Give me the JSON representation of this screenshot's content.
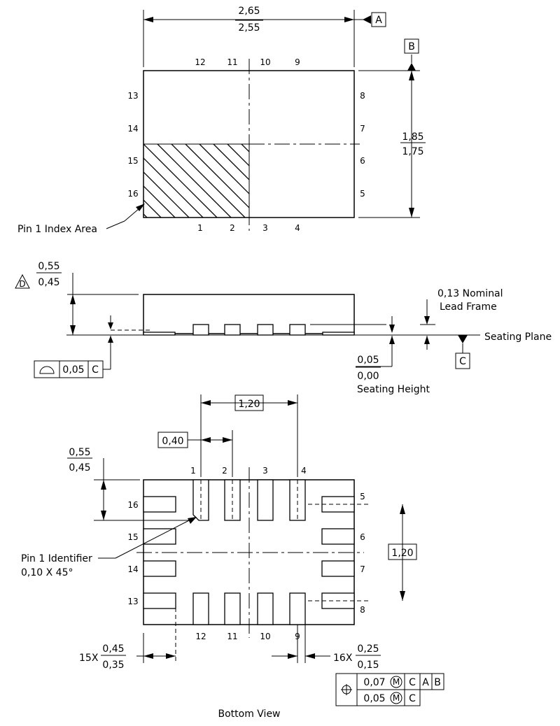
{
  "top_view": {
    "width_max": "2,65",
    "width_min": "2,55",
    "height_max": "1,85",
    "height_min": "1,75",
    "datum_a": "A",
    "datum_b": "B",
    "pin1_label": "Pin 1 Index Area",
    "pins_top": [
      "12",
      "11",
      "10",
      "9"
    ],
    "pins_bottom": [
      "1",
      "2",
      "3",
      "4"
    ],
    "pins_left": [
      "13",
      "14",
      "15",
      "16"
    ],
    "pins_right": [
      "8",
      "7",
      "6",
      "5"
    ]
  },
  "side_view": {
    "height_max": "0,55",
    "height_min": "0,45",
    "note_d": "D",
    "lead_frame_line1": "0,13 Nominal",
    "lead_frame_line2": "Lead Frame",
    "seating_plane": "Seating Plane",
    "datum_c": "C",
    "standoff_max": "0,05",
    "standoff_min": "0,00",
    "seating_height": "Seating Height",
    "flatness_tolerance": "0,05",
    "flatness_datum": "C"
  },
  "bottom_view": {
    "pitch_span": "1,20",
    "pitch": "0,40",
    "side_span": "1,20",
    "pad_len_max": "0,55",
    "pad_len_min": "0,45",
    "pins_top": [
      "1",
      "2",
      "3",
      "4"
    ],
    "pins_left": [
      "16",
      "15",
      "14",
      "13"
    ],
    "pins_right": [
      "5",
      "6",
      "7",
      "8"
    ],
    "pins_bottom": [
      "12",
      "11",
      "10",
      "9"
    ],
    "pin1_id_line1": "Pin 1 Identifier",
    "pin1_id_line2": "0,10 X 45°",
    "qty_15x": "15X",
    "w15_max": "0,45",
    "w15_min": "0,35",
    "qty_16x": "16X",
    "w16_max": "0,25",
    "w16_min": "0,15",
    "tol_row1_value": "0,07",
    "tol_row1_modifier": "M",
    "tol_row1_datum1": "C",
    "tol_row1_datum2": "A",
    "tol_row1_datum3": "B",
    "tol_row2_value": "0,05",
    "tol_row2_modifier": "M",
    "tol_row2_datum1": "C",
    "caption": "Bottom View"
  }
}
